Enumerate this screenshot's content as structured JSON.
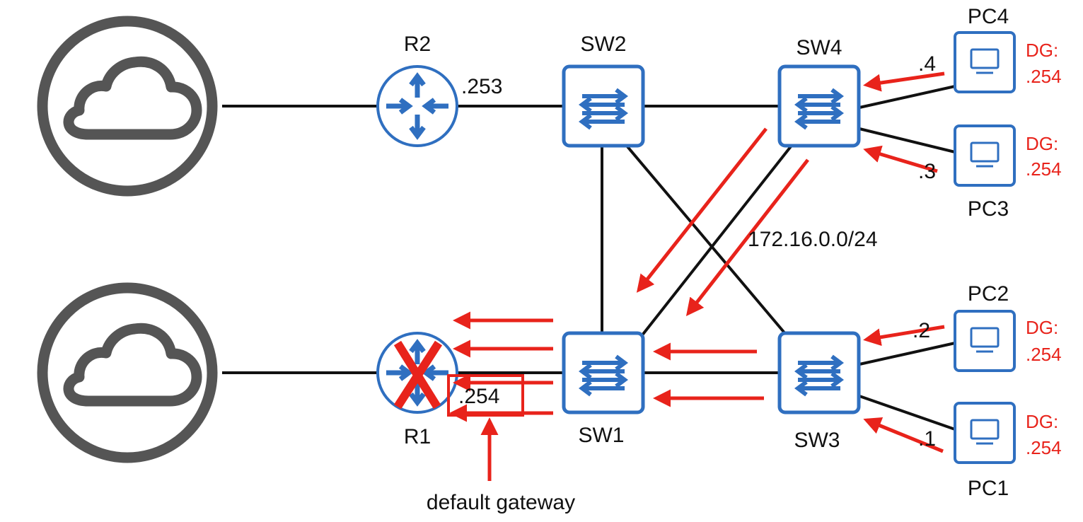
{
  "colors": {
    "device_blue": "#2f6fc0",
    "link": "#111111",
    "flow_red": "#e8231b",
    "cloud_gray": "#555555"
  },
  "devices": {
    "r2": "R2",
    "r1": "R1",
    "sw1": "SW1",
    "sw2": "SW2",
    "sw3": "SW3",
    "sw4": "SW4",
    "pc1": "PC1",
    "pc2": "PC2",
    "pc3": "PC3",
    "pc4": "PC4"
  },
  "addresses": {
    "r2_ip": ".253",
    "r1_ip": ".254",
    "pc1_ip": ".1",
    "pc2_ip": ".2",
    "pc3_ip": ".3",
    "pc4_ip": ".4"
  },
  "subnet": "172.16.0.0/24",
  "gateway_labels": {
    "prefix": "DG:",
    "value": ".254"
  },
  "callout": "default gateway",
  "icons": {
    "cloud": "cloud-icon",
    "router": "router-icon",
    "switch": "switch-icon",
    "pc": "pc-icon",
    "failed": "x-mark-icon"
  }
}
